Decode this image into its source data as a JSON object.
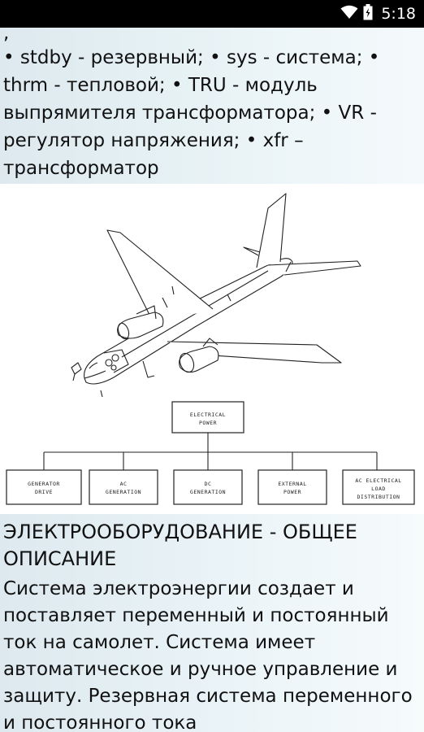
{
  "status_bar": {
    "time": "5:18",
    "icons": [
      "wifi-icon",
      "battery-icon"
    ]
  },
  "glossary": {
    "leading_comma": ",",
    "text": "• stdby - резервный; • sys - система; • thrm - тепловой; • TRU - модуль выпрямителя трансформатора; • VR - регулятор напряжения; • xfr – трансформатор"
  },
  "diagram": {
    "root_box": [
      "ELECTRICAL",
      "POWER"
    ],
    "child_boxes": [
      [
        "GENERATOR",
        "DRIVE"
      ],
      [
        "AC",
        "GENERATION"
      ],
      [
        "DC",
        "GENERATION"
      ],
      [
        "EXTERNAL",
        "POWER"
      ],
      [
        "AC ELECTRICAL",
        "LOAD",
        "DISTRIBUTION"
      ]
    ]
  },
  "section": {
    "title": "ЭЛЕКТРООБОРУДОВАНИЕ - ОБЩЕЕ ОПИСАНИЕ",
    "body": "Система электроэнергии создает и поставляет переменный и постоянный ток на самолет. Система имеет автоматическое и ручное управление и защиту. Резервная система переменного и постоянного тока"
  },
  "colors": {
    "status_bar_bg": "#000000",
    "panel_bg": "#e3eef2",
    "line": "#222222"
  }
}
